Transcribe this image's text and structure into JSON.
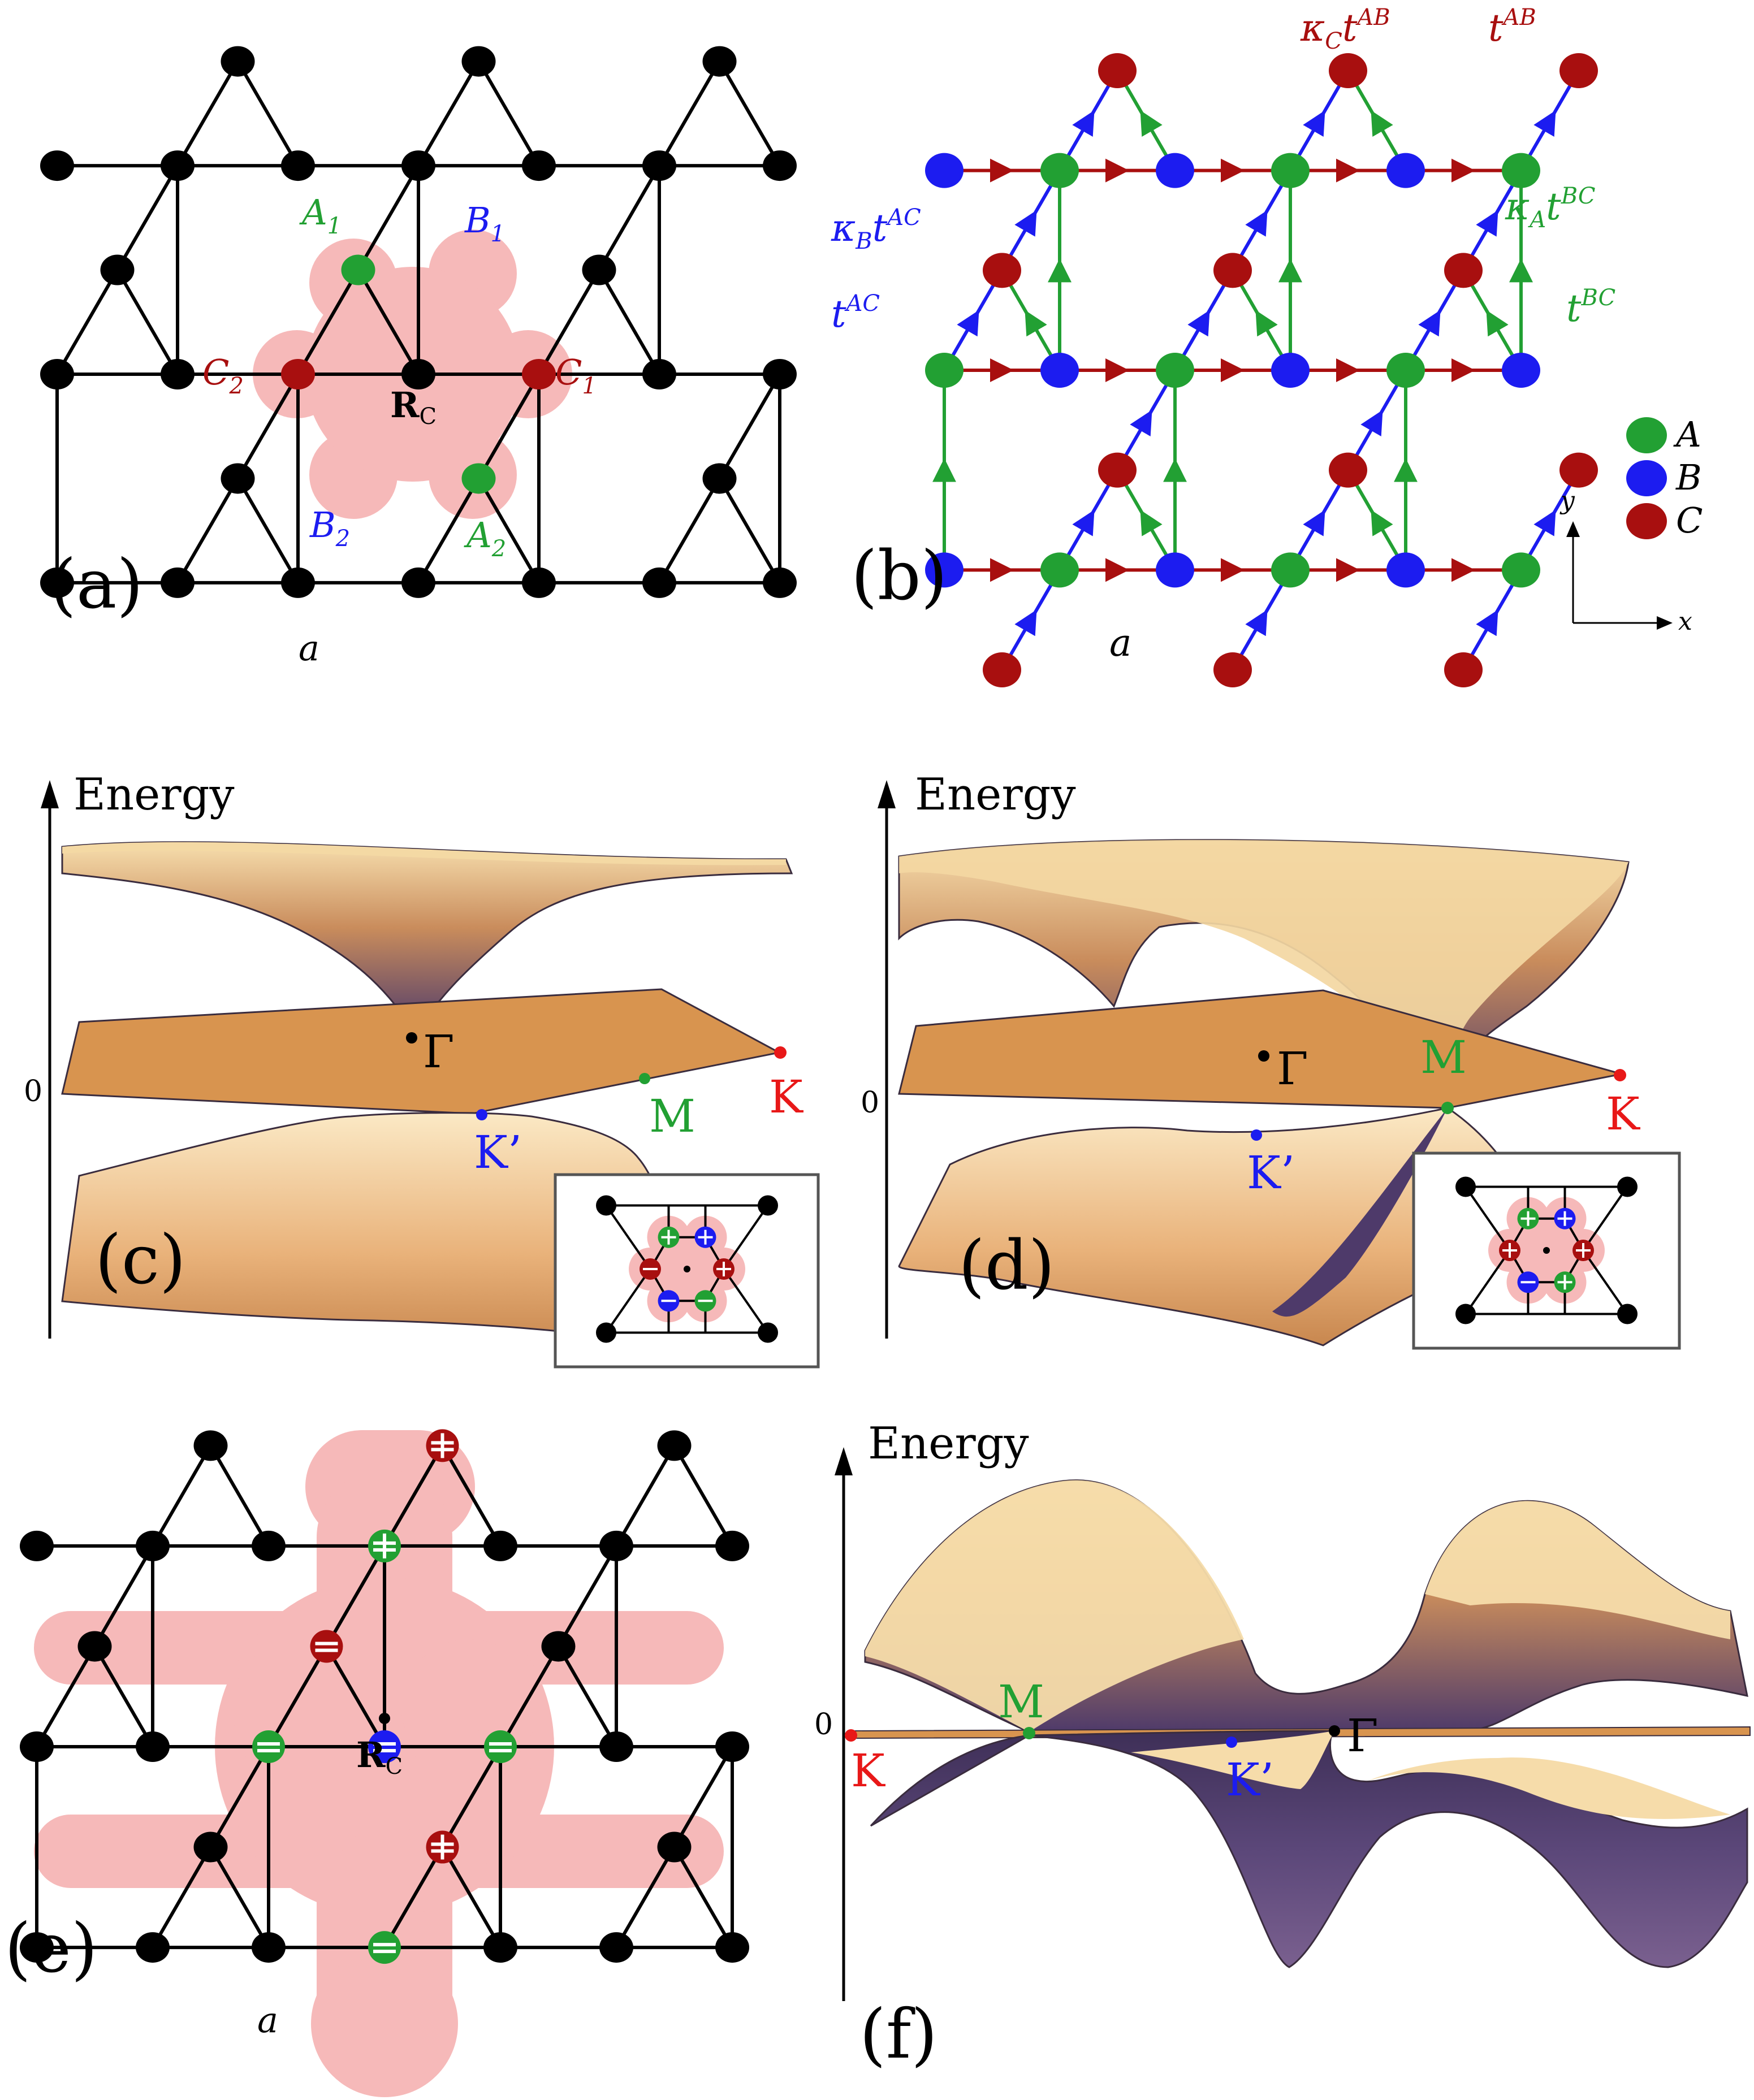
{
  "colors": {
    "site_A": "#22a033",
    "site_B": "#1c1cf0",
    "site_C": "#a80f0f",
    "site_black": "#000000",
    "wannier_cloud": "#f6b9b9",
    "band_light": "#f7dfae",
    "band_mid": "#e2a366",
    "band_dark": "#4e3a6a",
    "flat_band": "#d8944f",
    "label_K": "#e81818",
    "label_Kp": "#1c1cf0",
    "label_M": "#22a033"
  },
  "panel_a": {
    "tag": "(a)",
    "lattice_label": "a",
    "site_labels": {
      "A1": "A",
      "A1_sub": "1",
      "B1": "B",
      "B1_sub": "1",
      "C1": "C",
      "C1_sub": "1",
      "C2": "C",
      "C2_sub": "2",
      "A2": "A",
      "A2_sub": "2",
      "B2": "B",
      "B2_sub": "2"
    },
    "center_label": "R",
    "center_sub": "C"
  },
  "panel_b": {
    "tag": "(b)",
    "lattice_label": "a",
    "hoppings": {
      "kC_tAB": {
        "k": "κ",
        "ks": "C",
        "t": "t",
        "sup": "AB"
      },
      "tAB": {
        "t": "t",
        "sup": "AB"
      },
      "kB_tAC": {
        "k": "κ",
        "ks": "B",
        "t": "t",
        "sup": "AC"
      },
      "tAC": {
        "t": "t",
        "sup": "AC"
      },
      "kA_tBC": {
        "k": "κ",
        "ks": "A",
        "t": "t",
        "sup": "BC"
      },
      "tBC": {
        "t": "t",
        "sup": "BC"
      }
    },
    "legend": [
      "A",
      "B",
      "C"
    ],
    "axes": {
      "x": "x",
      "y": "y"
    }
  },
  "panel_c": {
    "tag": "(c)",
    "axis_label": "Energy",
    "zero": "0",
    "points": {
      "Gamma": "Γ",
      "K": "K",
      "Kp": "K’",
      "M": "M"
    }
  },
  "panel_d": {
    "tag": "(d)",
    "axis_label": "Energy",
    "zero": "0",
    "points": {
      "Gamma": "Γ",
      "K": "K",
      "Kp": "K’",
      "M": "M"
    }
  },
  "panel_e": {
    "tag": "(e)",
    "lattice_label": "a",
    "center_label": "R",
    "center_sub": "C"
  },
  "panel_f": {
    "tag": "(f)",
    "axis_label": "Energy",
    "zero": "0",
    "points": {
      "Gamma": "Γ",
      "K": "K",
      "Kp": "K’",
      "M": "M"
    }
  }
}
